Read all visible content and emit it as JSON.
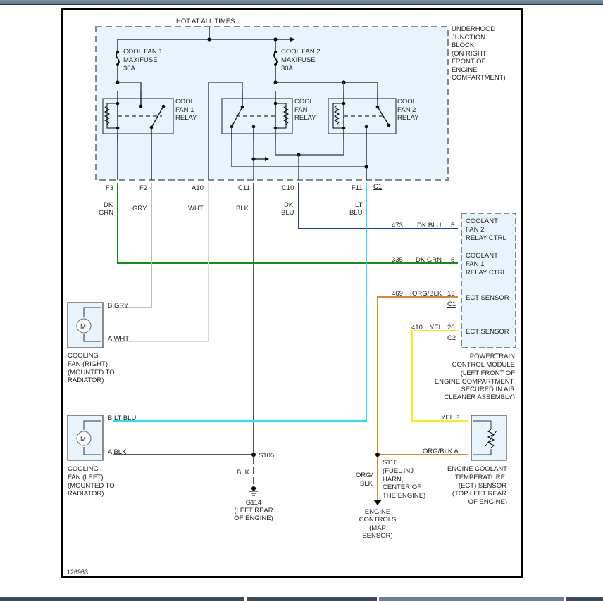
{
  "diagram": {
    "figure_id": "126963",
    "hot_label": "HOT AT ALL TIMES",
    "junction_block": {
      "label_lines": [
        "UNDERHOOD",
        "JUNCTION",
        "BLOCK",
        "(ON RIGHT",
        "FRONT OF",
        "ENGINE",
        "COMPARTMENT)"
      ],
      "fuse1": [
        "COOL FAN 1",
        "MAXIFUSE",
        "30A"
      ],
      "fuse2": [
        "COOL FAN 2",
        "MAXIFUSE",
        "30A"
      ],
      "relay1": [
        "COOL",
        "FAN 1",
        "RELAY"
      ],
      "relay_mid": [
        "COOL",
        "FAN",
        "RELAY"
      ],
      "relay2": [
        "COOL",
        "FAN 2",
        "RELAY"
      ],
      "connector_label": "C1",
      "pins": [
        "F3",
        "F2",
        "A10",
        "C11",
        "C10",
        "F11"
      ]
    },
    "wire_colors": {
      "F3": [
        "DK",
        "GRN"
      ],
      "F2": [
        "GRY"
      ],
      "A10": [
        "WHT"
      ],
      "C11": [
        "BLK"
      ],
      "C10": [
        "DK",
        "BLU"
      ],
      "F11": [
        "LT",
        "BLU"
      ]
    },
    "pcm": {
      "circuits": [
        {
          "circuit": "473",
          "color": "DK BLU",
          "pin": "5",
          "label": [
            "COOLANT",
            "FAN 2",
            "RELAY CTRL"
          ]
        },
        {
          "circuit": "335",
          "color": "DK GRN",
          "pin": "6",
          "label": [
            "COOLANT",
            "FAN 1",
            "RELAY CTRL"
          ]
        },
        {
          "circuit": "469",
          "color": "ORG/BLK",
          "pin": "13",
          "connector": "C1",
          "label": [
            "ECT SENSOR"
          ]
        },
        {
          "circuit": "410",
          "color": "YEL",
          "pin": "26",
          "connector": "C2",
          "label": [
            "ECT SENSOR"
          ]
        }
      ],
      "label_lines": [
        "POWERTRAIN",
        "CONTROL MODULE",
        "(LEFT FRONT OF",
        "ENGINE COMPARTMENT,",
        "SECURED IN AIR",
        "CLEANER ASSEMBLY)"
      ]
    },
    "fan_right": {
      "motor": "M",
      "pin_b": "B  GRY",
      "pin_a": "A  WHT",
      "label_lines": [
        "COOLING",
        "FAN (RIGHT)",
        "(MOUNTED TO",
        "RADIATOR)"
      ]
    },
    "fan_left": {
      "motor": "M",
      "pin_b": "B  LT BLU",
      "pin_a": "A  BLK",
      "label_lines": [
        "COOLING",
        "FAN (LEFT)",
        "(MOUNTED TO",
        "RADIATOR)"
      ]
    },
    "splice_s105": "S105",
    "ground_wire": "BLK",
    "ground": [
      "G114",
      "(LEFT REAR",
      "OF ENGINE)"
    ],
    "splice_s110": [
      "S110",
      "(FUEL INJ",
      "HARN,",
      "CENTER OF",
      "THE ENGINE)"
    ],
    "s110_wire": [
      "ORG/",
      "BLK"
    ],
    "engine_controls": [
      "ENGINE",
      "CONTROLS",
      "(MAP",
      "SENSOR)"
    ],
    "ect_sensor": {
      "pin_b": "YEL   B",
      "pin_a": "ORG/BLK   A",
      "label_lines": [
        "ENGINE COOLANT",
        "TEMPERATURE",
        "(ECT) SENSOR",
        "(TOP LEFT REAR",
        "OF ENGINE)"
      ]
    },
    "colors": {
      "dk_grn": "#1a8a1a",
      "gry": "#bbbbbb",
      "wht": "#d8d8d8",
      "blk": "#555555",
      "dk_blu": "#1f3a93",
      "lt_blu": "#1fe5f0",
      "org_blk": "#d08a3c",
      "yel": "#f5f014",
      "box_fill": "#e8f4fc"
    }
  }
}
